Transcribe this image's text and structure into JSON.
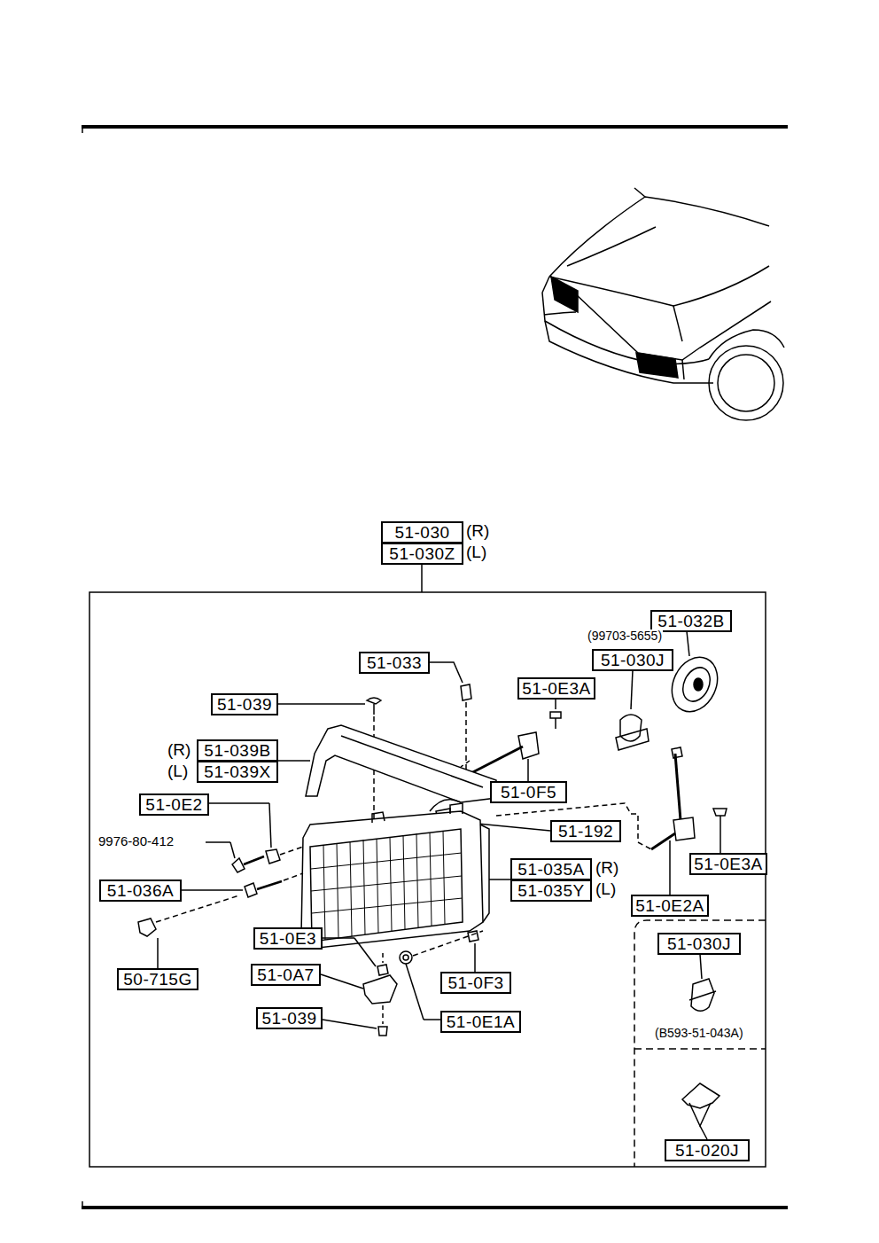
{
  "diagram": {
    "nodes": [
      {
        "text": [
          "51-030"
        ]
      },
      {
        "text": [
          "51-030Z"
        ]
      },
      {
        "text": [
          "51-032B"
        ]
      },
      {
        "text": [
          "51-030J"
        ]
      },
      {
        "text": [
          "51-033"
        ]
      },
      {
        "text": [
          "51-0E3A"
        ]
      },
      {
        "text": [
          "51-039"
        ]
      },
      {
        "text": [
          "51-039B"
        ]
      },
      {
        "text": [
          "51-039X"
        ]
      },
      {
        "text": [
          "51-0F5"
        ]
      },
      {
        "text": [
          "51-0E2"
        ]
      },
      {
        "text": [
          "51-192"
        ]
      },
      {
        "text": [
          "51-0E3A"
        ]
      },
      {
        "text": [
          "51-035A"
        ]
      },
      {
        "text": [
          "51-035Y"
        ]
      },
      {
        "text": [
          "51-036A"
        ]
      },
      {
        "text": [
          "51-0E2A"
        ]
      },
      {
        "text": [
          "51-030J"
        ]
      },
      {
        "text": [
          "50-715G"
        ]
      },
      {
        "text": [
          "51-0E3"
        ]
      },
      {
        "text": [
          "51-0A7"
        ]
      },
      {
        "text": [
          "51-0F3"
        ]
      },
      {
        "text": [
          "51-039"
        ]
      },
      {
        "text": [
          "51-0E1A"
        ]
      },
      {
        "text": [
          "51-020J"
        ]
      }
    ],
    "labels": [
      "(R)",
      "(L)",
      "(99703-5655)",
      "(R)",
      "(L)",
      "9976-80-412",
      "(R)",
      "(L)",
      "(B593-51-043A)"
    ]
  }
}
